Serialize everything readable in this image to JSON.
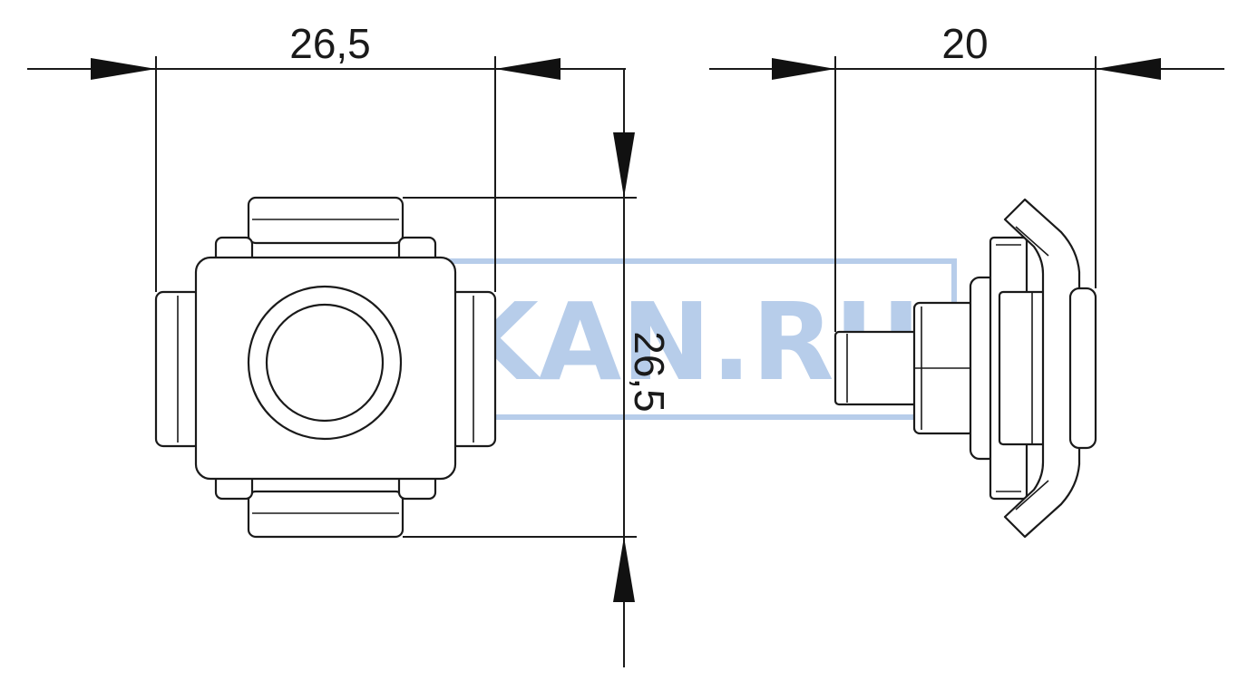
{
  "dimensions": {
    "front_width": "26,5",
    "front_height": "26,5",
    "side_length": "20"
  },
  "watermark": {
    "text": "ELKAN.RU",
    "color": "#b7cdea"
  },
  "colors": {
    "line": "#1a1a1a",
    "background": "#ffffff"
  }
}
